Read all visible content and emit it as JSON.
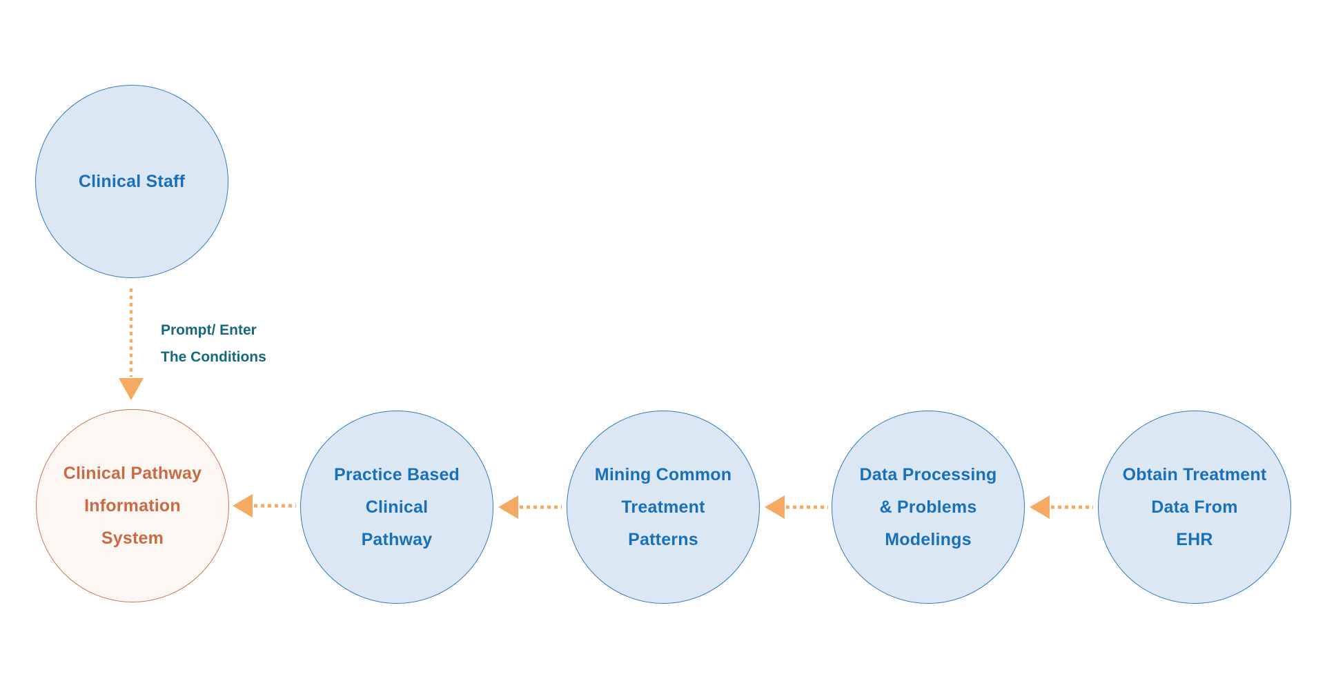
{
  "diagram": {
    "type": "flowchart",
    "background": "#ffffff",
    "nodes": [
      {
        "id": "clinical-staff",
        "variant": "blue",
        "lines": [
          "Clinical Staff"
        ]
      },
      {
        "id": "clinical-pathway-information-system",
        "variant": "orange",
        "lines": [
          "Clinical Pathway",
          "Information",
          "System"
        ]
      },
      {
        "id": "practice-based-clinical-pathway",
        "variant": "blue",
        "lines": [
          "Practice Based",
          "Clinical",
          "Pathway"
        ]
      },
      {
        "id": "mining-common-treatment-patterns",
        "variant": "blue",
        "lines": [
          "Mining Common",
          "Treatment",
          "Patterns"
        ]
      },
      {
        "id": "data-processing-problems-modelings",
        "variant": "blue",
        "lines": [
          "Data Processing",
          "& Problems",
          "Modelings"
        ]
      },
      {
        "id": "obtain-treatment-data-from-ehr",
        "variant": "blue",
        "lines": [
          "Obtain Treatment",
          "Data From",
          "EHR"
        ]
      }
    ],
    "edges": [
      {
        "from": "clinical-staff",
        "to": "clinical-pathway-information-system",
        "direction": "down",
        "label_lines": [
          "Prompt/ Enter",
          "The Conditions"
        ]
      },
      {
        "from": "practice-based-clinical-pathway",
        "to": "clinical-pathway-information-system",
        "direction": "left"
      },
      {
        "from": "mining-common-treatment-patterns",
        "to": "practice-based-clinical-pathway",
        "direction": "left"
      },
      {
        "from": "data-processing-problems-modelings",
        "to": "mining-common-treatment-patterns",
        "direction": "left"
      },
      {
        "from": "obtain-treatment-data-from-ehr",
        "to": "data-processing-problems-modelings",
        "direction": "left"
      }
    ],
    "colors": {
      "blue_node_fill": "#dbe8f4",
      "blue_node_border": "#3079be",
      "blue_node_text": "#1a6fb9",
      "orange_node_fill": "#fdf7f3",
      "orange_node_border": "#ce7355",
      "orange_node_text": "#c96a47",
      "arrow": "#f5a961",
      "edge_label_text": "#15697a"
    }
  }
}
